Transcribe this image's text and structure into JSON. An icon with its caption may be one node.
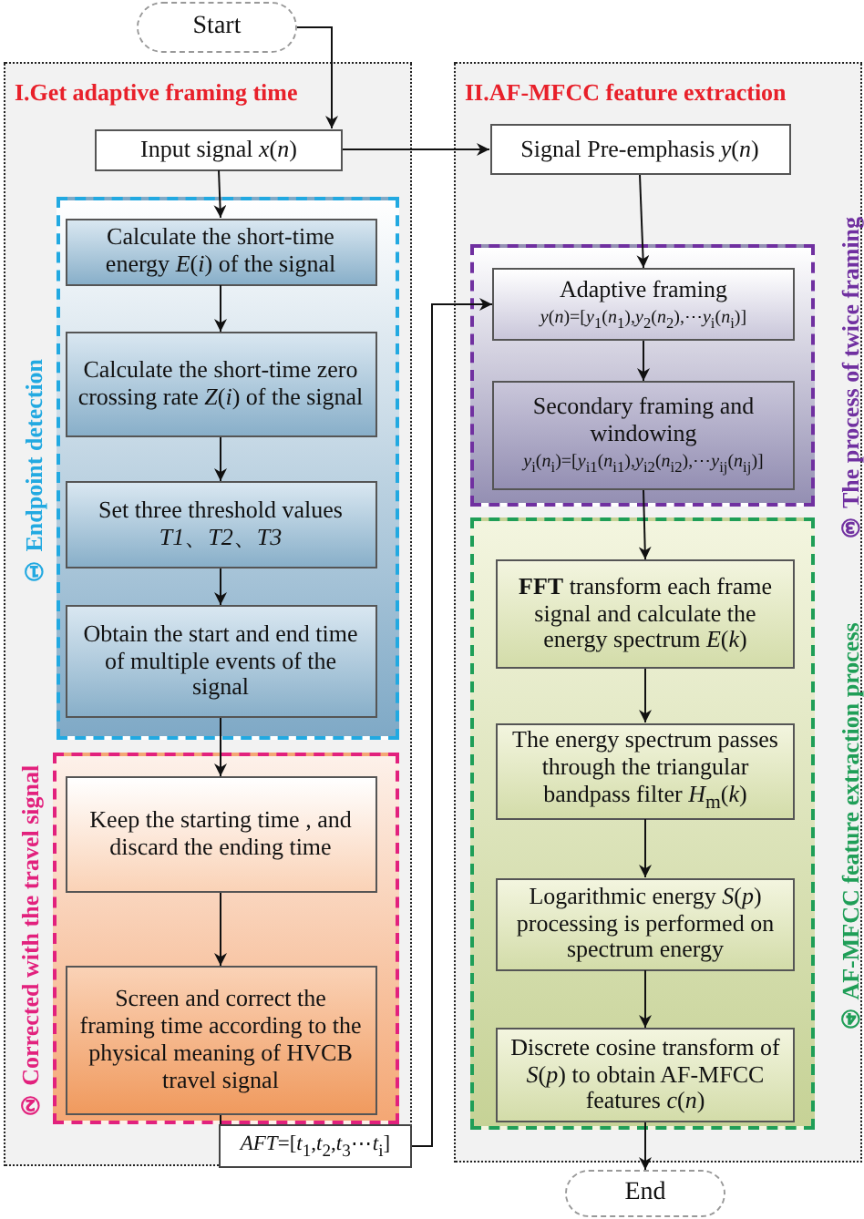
{
  "diagram": {
    "nodes": [
      {
        "text": [
          "Start"
        ]
      },
      {
        "text": [
          "I.Get adaptive framing time"
        ]
      },
      {
        "text": [
          "II.AF-MFCC feature extraction"
        ]
      },
      {
        "text": [
          "Input signal *x*(*n*)"
        ],
        "in": 1
      },
      {
        "text": [
          "① Endpoint detection"
        ],
        "in": 1
      },
      {
        "text": [
          "Calculate the short-time energy *E*(*i*) of the signal"
        ],
        "in": 4
      },
      {
        "text": [
          "Calculate the short-time zero crossing rate *Z*(*i*) of the signal"
        ],
        "in": 4
      },
      {
        "text": [
          "Set three threshold values *T1*、*T2*、*T3*"
        ],
        "in": 4
      },
      {
        "text": [
          "Obtain the start and end time of multiple events of the signal"
        ],
        "in": 4
      },
      {
        "text": [
          "② Corrected with the travel signal"
        ],
        "in": 1
      },
      {
        "text": [
          "Keep the starting time , and discard the ending time"
        ],
        "in": 9
      },
      {
        "text": [
          "Screen and correct the framing time according to the physical meaning of HVCB travel signal"
        ],
        "in": 9
      },
      {
        "text": [
          "*AFT*=[*t*$_{1}$,*t*$_{2}$,*t*$_{3}$⋯*t*$_{i}$]"
        ],
        "in": 1
      },
      {
        "text": [
          "Signal Pre-emphasis *y*(*n*)"
        ],
        "in": 2
      },
      {
        "text": [
          "③ The process of twice framing"
        ],
        "in": 2
      },
      {
        "text": [
          "Adaptive framing",
          "*y*(*n*)=[*y*$_{1}$(*n*$_{1}$),*y*$_{2}$(*n*$_{2}$),⋯*y*$_{i}$(*n*$_{i}$)]"
        ],
        "in": 14
      },
      {
        "text": [
          "Secondary framing and windowing",
          "*y*$_{i}$(*n*$_{i}$)=[*y*$_{i1}$(*n*$_{i1}$),*y*$_{i2}$(*n*$_{i2}$),⋯*y*$_{ij}$(*n*$_{ij}$)]"
        ],
        "in": 14
      },
      {
        "text": [
          "④ AF-MFCC feature extraction process"
        ],
        "in": 2
      },
      {
        "text": [
          "**FFT** transform each frame signal and calculate the energy spectrum *E*(*k*)"
        ],
        "in": 17
      },
      {
        "text": [
          "The energy spectrum passes through the triangular bandpass filter *H*$_{m}$(*k*)"
        ],
        "in": 17
      },
      {
        "text": [
          "Logarithmic energy *S*(*p*) processing is performed on spectrum energy"
        ],
        "in": 17
      },
      {
        "text": [
          "Discrete cosine transform of *S*(*p*) to obtain AF-MFCC features *c*(*n*)"
        ],
        "in": 17
      },
      {
        "text": [
          "End"
        ]
      }
    ],
    "edges": [
      {
        "from": 0,
        "to": 3,
        "arrow": "to"
      },
      {
        "from": 3,
        "to": 13,
        "arrow": "to"
      },
      {
        "from": 3,
        "to": 5,
        "arrow": "to"
      },
      {
        "from": 5,
        "to": 6,
        "arrow": "to"
      },
      {
        "from": 6,
        "to": 7,
        "arrow": "to"
      },
      {
        "from": 7,
        "to": 8,
        "arrow": "to"
      },
      {
        "from": 8,
        "to": 10,
        "arrow": "to"
      },
      {
        "from": 10,
        "to": 11,
        "arrow": "to"
      },
      {
        "from": 11,
        "to": 12,
        "arrow": "none"
      },
      {
        "from": 12,
        "to": 15,
        "arrow": "to"
      },
      {
        "from": 13,
        "to": 15,
        "arrow": "to"
      },
      {
        "from": 15,
        "to": 16,
        "arrow": "to"
      },
      {
        "from": 16,
        "to": 18,
        "arrow": "to"
      },
      {
        "from": 18,
        "to": 19,
        "arrow": "to"
      },
      {
        "from": 19,
        "to": 20,
        "arrow": "to"
      },
      {
        "from": 20,
        "to": 21,
        "arrow": "to"
      },
      {
        "from": 21,
        "to": 22,
        "arrow": "to"
      }
    ]
  }
}
